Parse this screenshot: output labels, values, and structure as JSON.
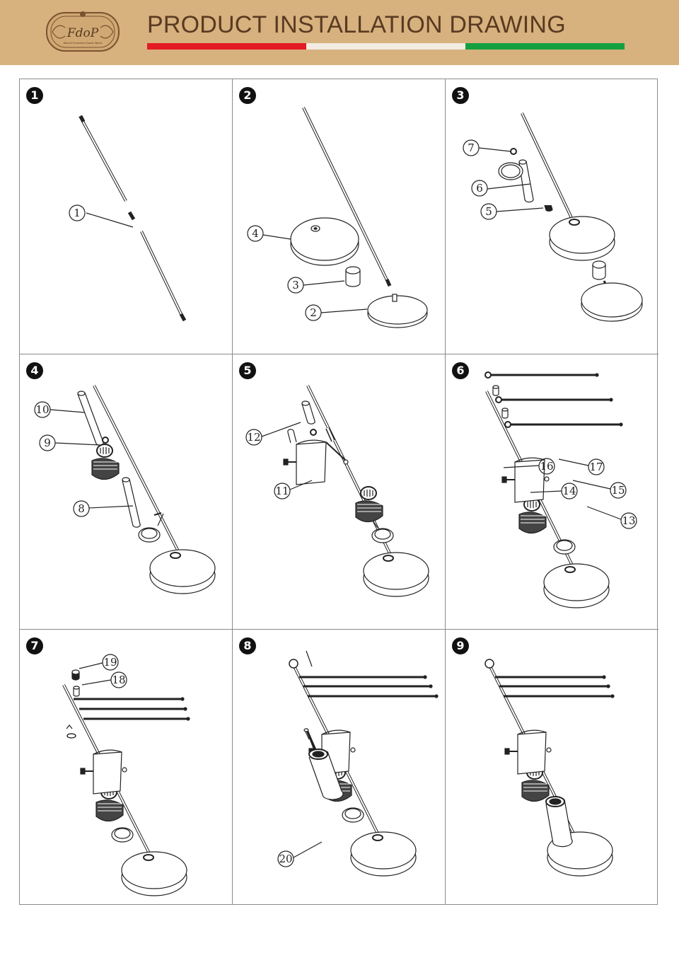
{
  "header": {
    "title": "PRODUCT INSTALLATION DRAWING",
    "logo_monogram": "FdoP",
    "logo_tagline": "Best of Furnishers Classic Works"
  },
  "colors": {
    "header_bg": "#d7b17e",
    "title": "#5a3a22",
    "stripe_red": "#e31b23",
    "stripe_white": "#f2ece2",
    "stripe_green": "#14a040",
    "line": "#222222"
  },
  "steps": [
    {
      "number": "1",
      "callouts": [
        "1"
      ]
    },
    {
      "number": "2",
      "callouts": [
        "4",
        "3",
        "2"
      ]
    },
    {
      "number": "3",
      "callouts": [
        "7",
        "6",
        "5"
      ]
    },
    {
      "number": "4",
      "callouts": [
        "10",
        "9",
        "8"
      ]
    },
    {
      "number": "5",
      "callouts": [
        "12",
        "11"
      ]
    },
    {
      "number": "6",
      "callouts": [
        "16",
        "17",
        "15",
        "14",
        "13"
      ]
    },
    {
      "number": "7",
      "callouts": [
        "19",
        "18"
      ]
    },
    {
      "number": "8",
      "callouts": [
        "20"
      ]
    },
    {
      "number": "9",
      "callouts": []
    }
  ]
}
